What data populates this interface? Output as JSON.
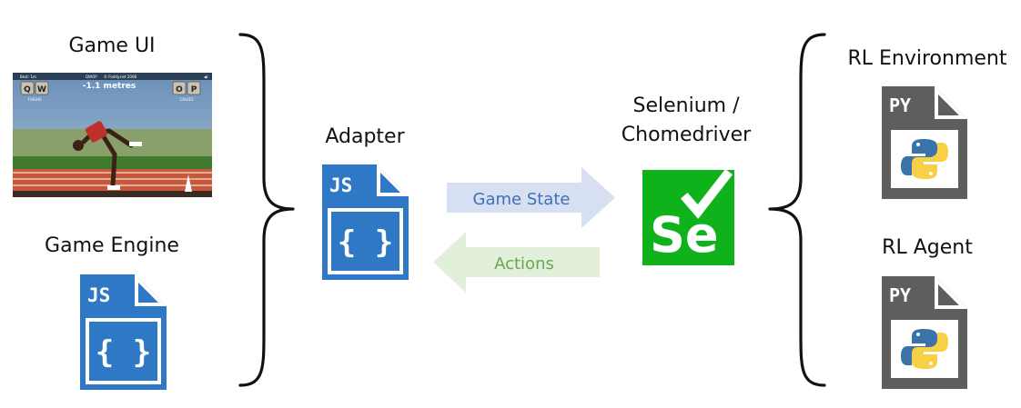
{
  "labels": {
    "game_ui": "Game UI",
    "game_engine": "Game Engine",
    "adapter": "Adapter",
    "selenium_line1": "Selenium /",
    "selenium_line2": "Chomedriver",
    "rl_environment": "RL Environment",
    "rl_agent": "RL Agent"
  },
  "arrows": {
    "game_state": "Game State",
    "actions": "Actions"
  },
  "file_icons": {
    "js": "JS",
    "py": "PY",
    "braces": "{ }"
  },
  "selenium_logo": "Se",
  "game_screenshot": {
    "best": "Best: 1m",
    "distance": "-1.1 metres",
    "title": "QWOP",
    "copyright": "© Foddy.net 2008",
    "sound": "◀)",
    "keys_left": [
      "Q",
      "W"
    ],
    "keys_right": [
      "O",
      "P"
    ],
    "thighs": "THIGHS",
    "calves": "CALVES"
  },
  "colors": {
    "js_blue": "#2F78C6",
    "py_gray": "#5E5E5E",
    "selenium_green": "#10B21C",
    "game_state_arrow": "#D6E0F2",
    "game_state_text": "#3E6FB8",
    "actions_arrow": "#E2EFDA",
    "actions_text": "#6AA84F"
  }
}
